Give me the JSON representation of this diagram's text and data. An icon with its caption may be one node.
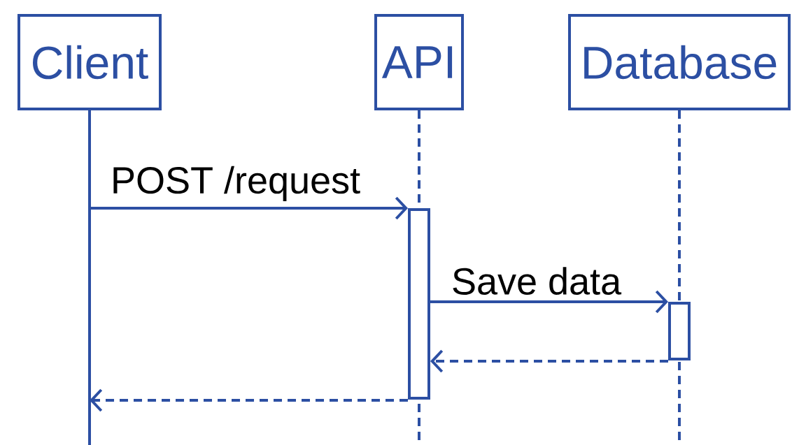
{
  "diagram": {
    "nodes": [
      {
        "text": [
          "Client"
        ]
      },
      {
        "text": [
          "API"
        ]
      },
      {
        "text": [
          "Database"
        ]
      },
      {
        "text": [],
        "shape": "bar",
        "in": 1
      },
      {
        "text": [],
        "shape": "bar",
        "in": 2
      }
    ],
    "edges": [
      {
        "from": 0,
        "to": 3,
        "arrow": "to",
        "label": "POST /request"
      },
      {
        "from": 3,
        "to": 4,
        "arrow": "to",
        "label": "Save data"
      },
      {
        "from": 4,
        "to": 3,
        "arrow": "to",
        "style": "dashed"
      },
      {
        "from": 3,
        "to": 0,
        "arrow": "to",
        "style": "dashed"
      }
    ]
  }
}
